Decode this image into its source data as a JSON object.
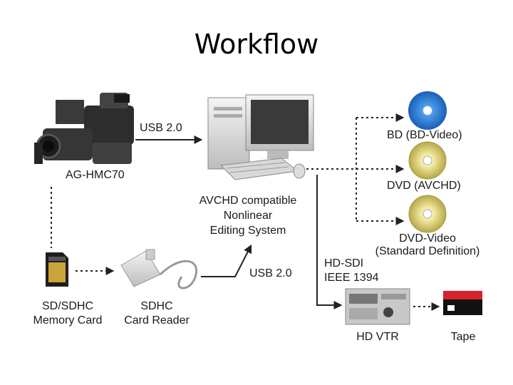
{
  "title": "Workflow",
  "labels": {
    "camera": "AG-HMC70",
    "usb_top": "USB 2.0",
    "pc_line1": "AVCHD compatible",
    "pc_line2": "Nonlinear",
    "pc_line3": "Editing System",
    "bd": "BD (BD-Video)",
    "dvd_avchd": "DVD (AVCHD)",
    "dvd_video_line1": "DVD-Video",
    "dvd_video_line2": "(Standard Definition)",
    "hdsdi_line1": "HD-SDI",
    "hdsdi_line2": "IEEE 1394",
    "sd_line1": "SD/SDHC",
    "sd_line2": "Memory Card",
    "reader_line1": "SDHC",
    "reader_line2": "Card Reader",
    "usb_bottom": "USB 2.0",
    "vtr": "HD VTR",
    "tape": "Tape"
  },
  "icons": [
    "camcorder-icon",
    "computer-icon",
    "blu-ray-disc-icon",
    "dvd-disc-icon",
    "dvd-video-disc-icon",
    "sd-card-icon",
    "card-reader-icon",
    "hd-vtr-icon",
    "tape-icon"
  ],
  "colors": {
    "bd_disc": "#2a78d0",
    "dvd_disc": "#d8cc5a",
    "tape_red": "#d8232a",
    "arrow": "#222222"
  }
}
